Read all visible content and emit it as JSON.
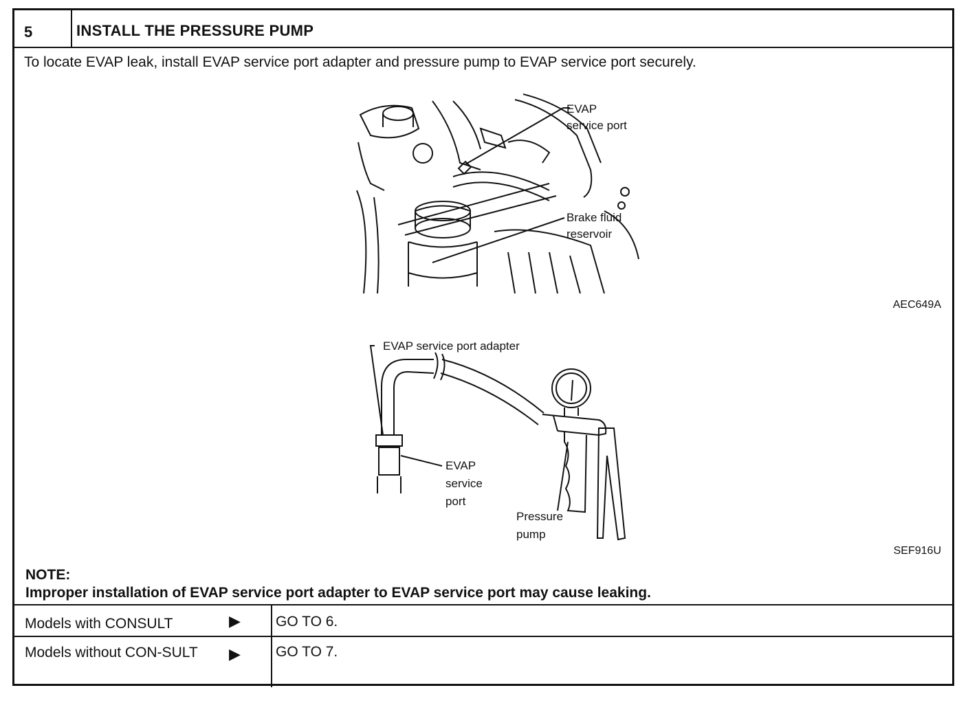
{
  "step": {
    "number": "5",
    "title": "INSTALL THE PRESSURE PUMP",
    "intro": "To locate EVAP leak, install EVAP service port adapter and pressure pump to EVAP service port securely."
  },
  "figure1": {
    "labels": {
      "evap_port_line1": "EVAP",
      "evap_port_line2": "service port",
      "brake_line1": "Brake fluid",
      "brake_line2": "reservoir"
    },
    "code": "AEC649A"
  },
  "figure2": {
    "labels": {
      "adapter": "EVAP service port adapter",
      "port_line1": "EVAP",
      "port_line2": "service",
      "port_line3": "port",
      "pump_line1": "Pressure",
      "pump_line2": "pump"
    },
    "code": "SEF916U"
  },
  "note": {
    "label": "NOTE:",
    "text": "Improper installation of EVAP service port adapter to EVAP service port may cause leaking."
  },
  "results": [
    {
      "condition": "Models with CONSULT",
      "arrow": "▶",
      "action": "GO TO 6."
    },
    {
      "condition": "Models without CON-SULT",
      "arrow": "▶",
      "action": "GO TO 7."
    }
  ]
}
